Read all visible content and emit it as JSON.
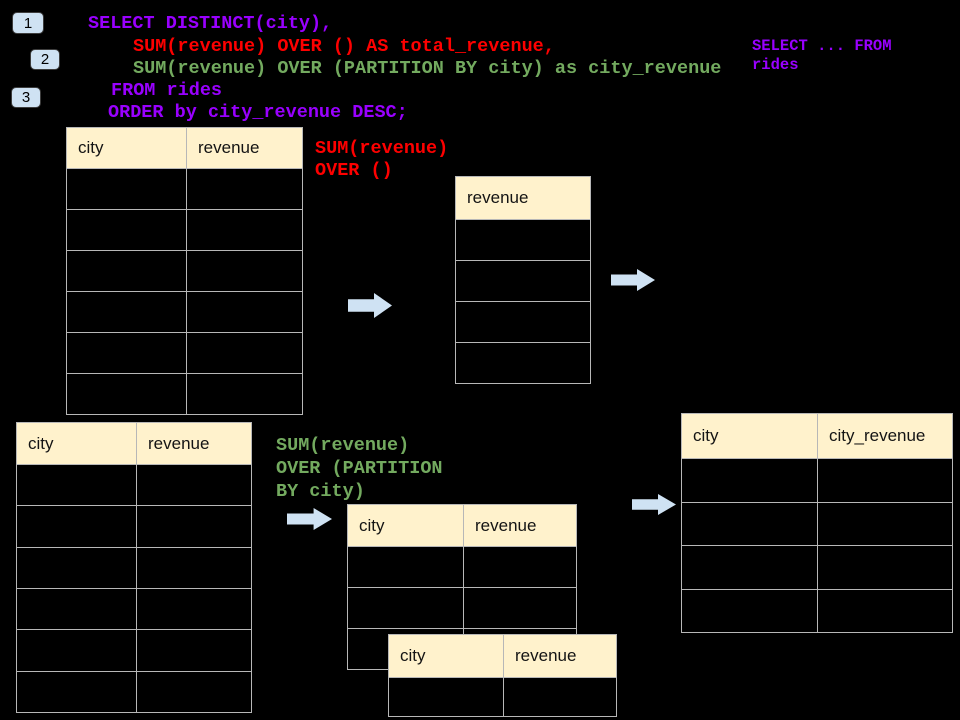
{
  "colors": {
    "background": "#000000",
    "code_purple": "#9900ff",
    "code_red": "#fe0000",
    "code_green": "#73aa5f",
    "table_header_cream": "#fff2cc",
    "table_border_gray": "#b7b7b7",
    "arrow_blue": "#cfe2f3",
    "badge_blue": "#cfe2f3"
  },
  "badges": [
    {
      "label": "1"
    },
    {
      "label": "2"
    },
    {
      "label": "3"
    }
  ],
  "code": {
    "line1": "SELECT DISTINCT(city),",
    "line2": "SUM(revenue) OVER () AS total_revenue,",
    "line3": "SUM(revenue) OVER (PARTITION BY city) as city_revenue",
    "line4": "FROM rides",
    "line5": "ORDER by city_revenue DESC;"
  },
  "side_code": {
    "line1": "SELECT ... FROM",
    "line2": "rides"
  },
  "annotations": {
    "total_line1": "SUM(revenue)",
    "total_line2": "OVER ()",
    "partition_line1": "SUM(revenue)",
    "partition_line2": "OVER (PARTITION",
    "partition_line3": "BY city)"
  },
  "tables": {
    "source_top": {
      "headers": [
        "city",
        "revenue"
      ],
      "rows": 6
    },
    "total_result": {
      "headers": [
        "revenue"
      ],
      "rows": 4
    },
    "source_bottom": {
      "headers": [
        "city",
        "revenue"
      ],
      "rows": 6
    },
    "partition_mid": {
      "headers": [
        "city",
        "revenue"
      ],
      "rows": 3
    },
    "partition_overlap": {
      "headers": [
        "city",
        "revenue"
      ],
      "rows": 1
    },
    "city_revenue_result": {
      "headers": [
        "city",
        "city_revenue"
      ],
      "rows": 4
    }
  }
}
